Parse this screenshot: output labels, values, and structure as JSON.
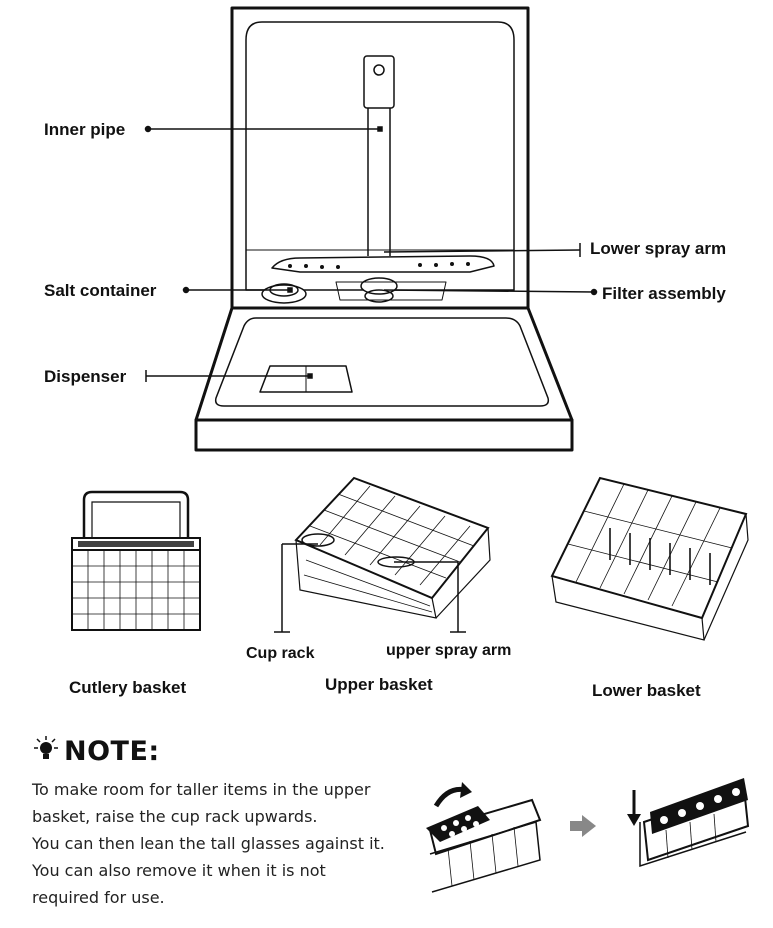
{
  "labels": {
    "inner_pipe": "Inner pipe",
    "lower_spray_arm": "Lower spray arm",
    "salt_container": "Salt container",
    "filter_assembly": "Filter assembly",
    "dispenser": "Dispenser",
    "cup_rack": "Cup rack",
    "upper_spray_arm": "upper spray arm"
  },
  "captions": {
    "cutlery_basket": "Cutlery basket",
    "upper_basket": "Upper basket",
    "lower_basket": "Lower basket"
  },
  "note": {
    "icon": "lightbulb-icon",
    "title": "NOTE:",
    "lines": [
      "To make room for taller items in the upper",
      "basket, raise the cup rack upwards.",
      "You can then lean the tall glasses against it.",
      "You can also remove it when it is not",
      "required  for use."
    ]
  },
  "colors": {
    "line": "#111111",
    "arrow": "#888888"
  }
}
